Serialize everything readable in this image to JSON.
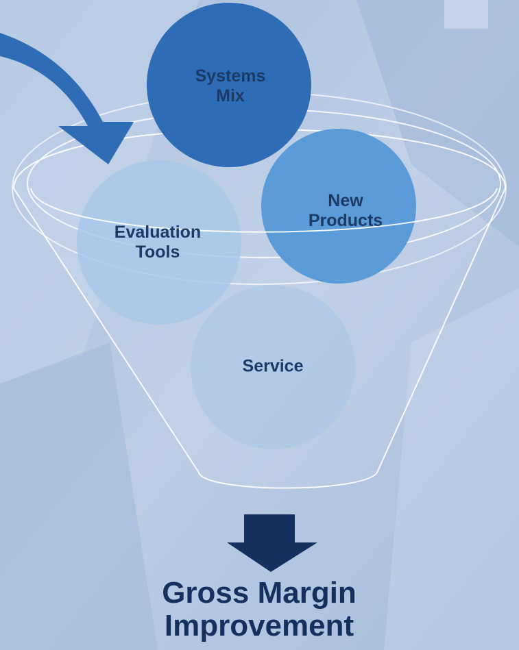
{
  "diagram": {
    "circles": [
      {
        "id": "systems-mix",
        "label": "Systems\nMix",
        "color": "#2e6db5"
      },
      {
        "id": "new-products",
        "label": "New\nProducts",
        "color": "#5b9bd7"
      },
      {
        "id": "evaluation-tools",
        "label": "Evaluation\nTools",
        "color": "#a9c8e9"
      },
      {
        "id": "service",
        "label": "Service",
        "color": "#b0c9e6"
      }
    ],
    "outcome": "Gross Margin\nImprovement",
    "colors": {
      "background": "#b6c8e2",
      "curved_arrow": "#2e6db5",
      "down_arrow": "#14305e",
      "funnel_outline": "#ffffff"
    }
  }
}
